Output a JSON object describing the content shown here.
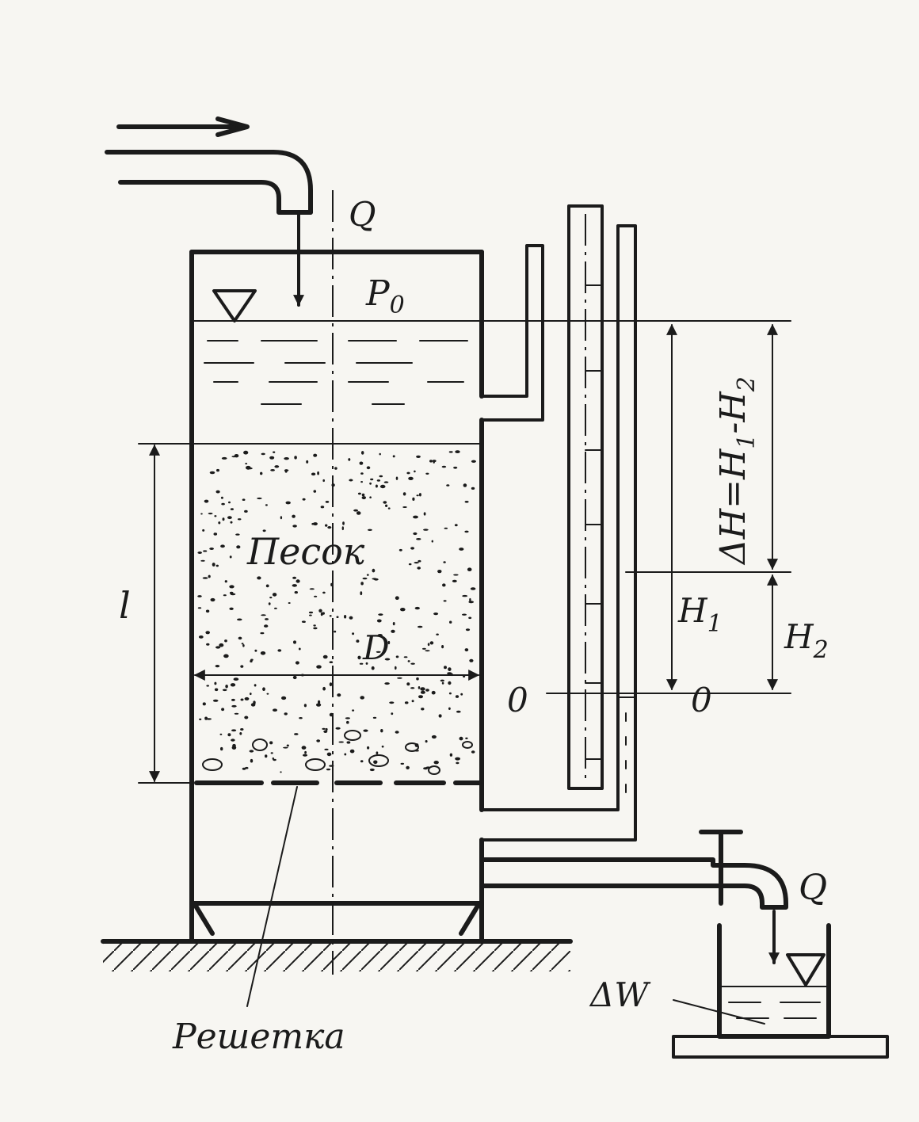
{
  "labels": {
    "flow_in": "Q",
    "pressure": "P",
    "pressure_sub": "0",
    "sand": "Песок",
    "diameter": "D",
    "length": "l",
    "grid": "Решетка",
    "delta_h": "ΔH=H",
    "delta_h_sub1": "1",
    "delta_h_minus": "-H",
    "delta_h_sub2": "2",
    "h1": "H",
    "h1_sub": "1",
    "h2": "H",
    "h2_sub": "2",
    "zero_left": "0",
    "zero_right": "0",
    "flow_out": "Q",
    "volume": "ΔW"
  },
  "colors": {
    "ink": "#1b1b1b",
    "paper": "#f7f6f2"
  }
}
